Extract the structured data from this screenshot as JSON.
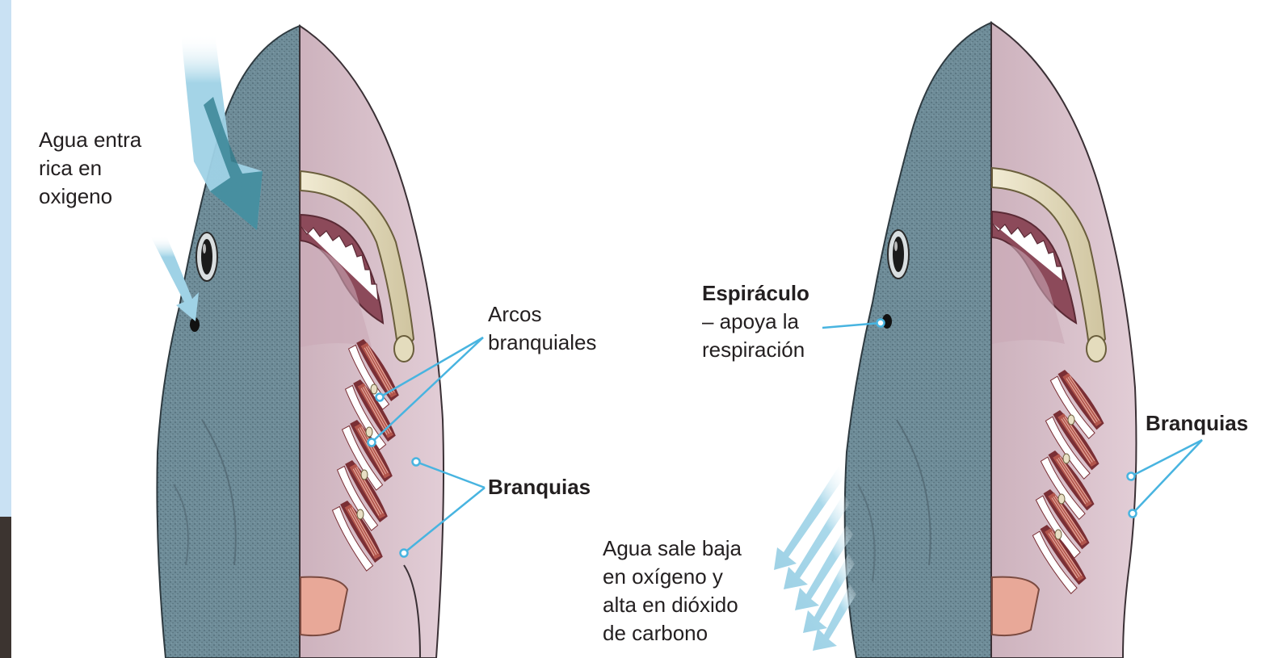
{
  "diagram": {
    "left_panel": {
      "water_in_label": [
        "Agua entra",
        "rica en",
        "oxigeno"
      ],
      "gill_arches_label": [
        "Arcos",
        "branquiales"
      ],
      "gills_label": "Branquias"
    },
    "right_panel": {
      "spiracle_title": "Espiráculo",
      "spiracle_desc": [
        "– apoya la",
        "respiración"
      ],
      "gills_label": "Branquias",
      "water_out_label": [
        "Agua sale baja",
        "en  oxígeno y",
        "alta en dióxido",
        "de carbono"
      ]
    }
  },
  "colors": {
    "skin": "#6e8c98",
    "flesh": "#d9c0cb",
    "mouth": "#8c4a5a",
    "cartilage": "#e8e0c4",
    "gill_red": "#a34a44",
    "water_light": "#9fd2e6",
    "water_dark": "#2b7a8a",
    "pointer_line": "#48b4e0",
    "left_edge": "#c9e1f3"
  }
}
